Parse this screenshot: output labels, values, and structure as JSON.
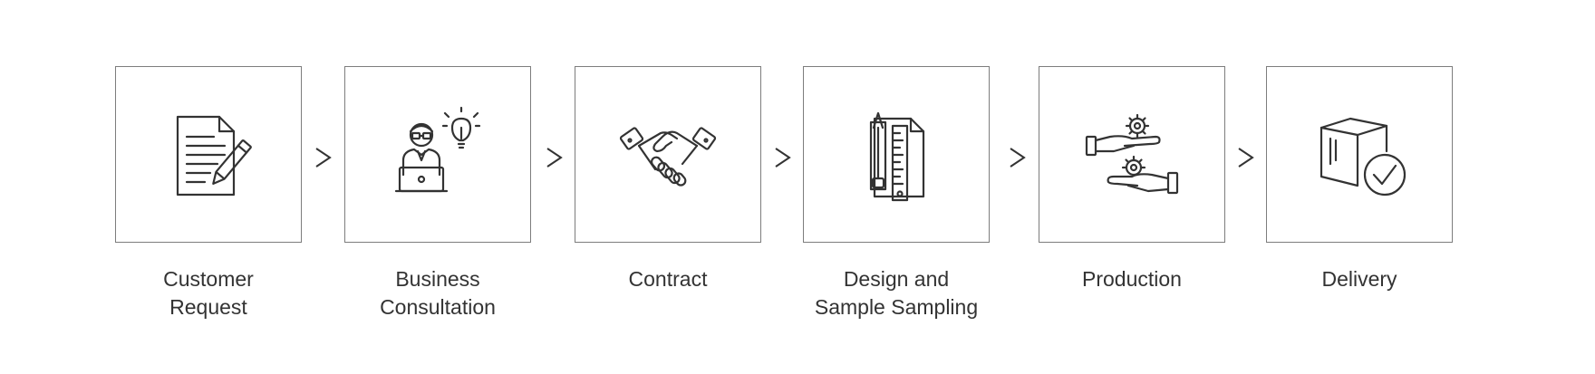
{
  "process": {
    "steps": [
      {
        "label": "Customer\nRequest",
        "icon": "document-pen-icon"
      },
      {
        "label": "Business\nConsultation",
        "icon": "consultant-laptop-idea-icon"
      },
      {
        "label": "Contract",
        "icon": "handshake-icon"
      },
      {
        "label": "Design and\nSample Sampling",
        "icon": "ruler-pencil-document-icon"
      },
      {
        "label": "Production",
        "icon": "hands-gears-icon"
      },
      {
        "label": "Delivery",
        "icon": "box-check-icon"
      }
    ],
    "separator_glyph": "arrow-right-icon",
    "colors": {
      "line": "#333333",
      "border": "#7d7d7d",
      "text": "#333333",
      "background": "#ffffff"
    }
  }
}
